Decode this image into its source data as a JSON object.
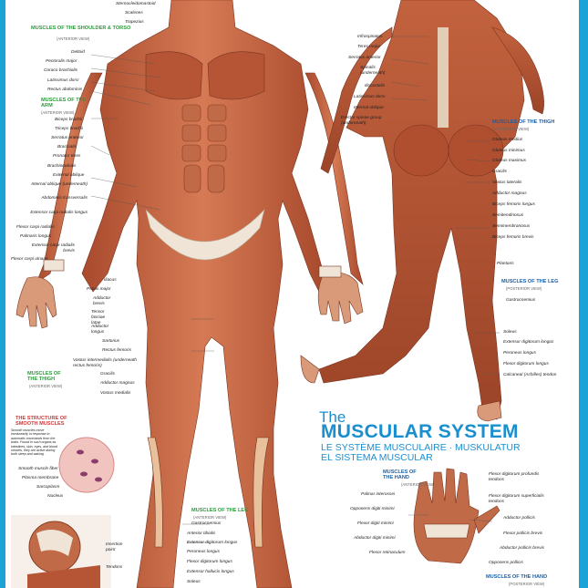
{
  "title": {
    "the": "The",
    "main": "MUSCULAR SYSTEM",
    "french_german": "LE SYSTÈME MUSCULAIRE · MUSKULATUR",
    "spanish": "EL SISTEMA MUSCULAR"
  },
  "sections": {
    "shoulder_torso": {
      "title": "MUSCLES OF THE SHOULDER & TORSO",
      "view": "(ANTERIOR VIEW)"
    },
    "arm": {
      "title": "MUSCLES OF THE ARM",
      "view": "(ANTERIOR VIEW)"
    },
    "thigh_anterior": {
      "title": "MUSCLES OF THE THIGH",
      "view": "(ANTERIOR VIEW)"
    },
    "smooth": {
      "title": "THE STRUCTURE OF SMOOTH MUSCLES"
    },
    "leg_anterior": {
      "title": "MUSCLES OF THE LEG",
      "view": "(ANTERIOR VIEW)"
    },
    "thigh_posterior": {
      "title": "MUSCLES OF THE THIGH",
      "view": "(POSTERIOR VIEW)"
    },
    "leg_posterior": {
      "title": "MUSCLES OF THE LEG",
      "view": "(POSTERIOR VIEW)"
    },
    "hand_anterior": {
      "title": "MUSCLES OF THE HAND",
      "view": "(ANTERIOR VIEW)"
    },
    "hand_posterior": {
      "title": "MUSCLES OF THE HAND",
      "view": "(POSTERIOR VIEW)"
    }
  },
  "labels": {
    "top_front": [
      "Sternocleidomastoid",
      "Scalenes",
      "Trapezius"
    ],
    "torso_left": [
      "Deltoid",
      "Pectoralis major",
      "Coraco brachialis",
      "Latissimus dorsi",
      "Rectus abdominis"
    ],
    "arm_left": [
      "Biceps brachii",
      "Triceps brachii",
      "Serratus anterior",
      "Brachialis",
      "Pronator teres",
      "Brachioradialis",
      "External oblique",
      "Internal oblique (underneath)",
      "Abdominis transversalis",
      "Extensor carpi radialis longus",
      "Flexor carpi radialis",
      "Palmaris longus",
      "Extensor carpi radialis brevis",
      "Flexor carpi ulnaris"
    ],
    "thigh_front": [
      "Iliacus",
      "Psoas major",
      "Adductor brevis",
      "Tensor fasciae latae",
      "Adductor longus",
      "Sartorius",
      "Rectus femoris",
      "Vastus intermedialis (underneath rectus femoris)",
      "Gracilis",
      "Adductor magnus",
      "Vastus medialis"
    ],
    "smooth_notes": [
      "Smooth muscles move involuntarily in response to automatic commands from the brain. Found in such organs as intestines, skin, eyes, and blood vessels, they are active during both sleep and waking.",
      "Smooth muscle fiber",
      "Plasma membrane",
      "Sarcoplasm",
      "Nucleus"
    ],
    "shoulder_detail": [
      "Insertion point",
      "Tendons"
    ],
    "leg_front": [
      "Gastrocnemius",
      "Anterior tibialis",
      "Extensor digitorum longus",
      "Peroneus longus",
      "Flexor digitorum longus",
      "Extensor hallucis longus",
      "Soleus"
    ],
    "back_left": [
      "Infraspinatus",
      "Teres major",
      "Serratus anterior",
      "Spinalis (underneath)",
      "Iliocostalis",
      "Latissimus dorsi",
      "Internal oblique",
      "Erector spinae group (underneath)"
    ],
    "thigh_back": [
      "Gluteus medius",
      "Gluteus minimus",
      "Gluteus maximus",
      "Gracilis",
      "Vastus lateralis",
      "Adductor magnus",
      "Biceps femoris longus",
      "Semitendinosus",
      "Semimembranosus",
      "Biceps femoris brevis",
      "Plantaris"
    ],
    "leg_back": [
      "Gastrocnemius",
      "Soleus",
      "Extensor digitorum longus",
      "Peroneus longus",
      "Flexor digitorum longus",
      "Calcaneal (Achilles) tendon"
    ],
    "hand_left": [
      "Palmar interossei",
      "Opponens digiti minimi",
      "Flexor digiti minimi",
      "Abductor digiti minimi",
      "Flexor retinaculum"
    ],
    "hand_right": [
      "Flexor digitorum profundis tendons",
      "Flexor digitorum superficialis tendons",
      "Adductor pollicis",
      "Flexor pollicis brevis",
      "Abductor pollicis brevis",
      "Opponens pollicis"
    ]
  },
  "colors": {
    "accent_blue": "#1a8fd0",
    "heading_green": "#2a9a3a",
    "muscle": "#c8643f",
    "edge": "#1ba3d8"
  }
}
